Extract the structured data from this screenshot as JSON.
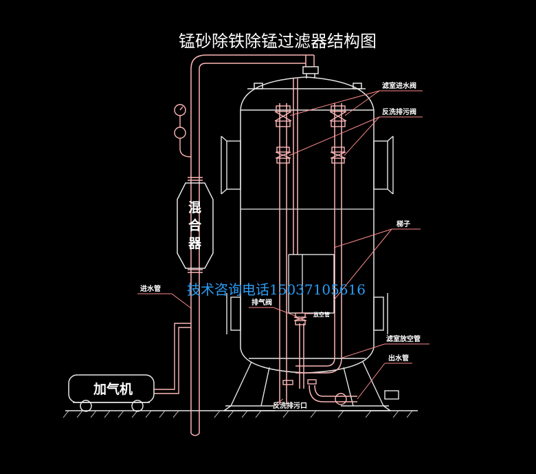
{
  "title": "锰砂除铁除锰过滤器结构图",
  "contact": "技术咨询电话15037105616",
  "colors": {
    "background": "#000000",
    "outline": "#e8e8e8",
    "pipe": "#ffb8b8",
    "leader": "#ff8c8c",
    "contact": "#2a9df4"
  },
  "labels": {
    "filter_inlet_valve": "滤室进水阀",
    "backwash_drain_valve": "反洗排污阀",
    "ladder": "梯子",
    "inlet_pipe": "进水管",
    "vent_valve": "排气阀",
    "vent_pipe": "放空管",
    "filter_vent_pipe": "滤室放空管",
    "outlet_pipe": "出水管",
    "backwash_drain_outlet": "反洗排污口",
    "mixer_chars": [
      "混",
      "合",
      "器"
    ],
    "aerator": "加气机"
  }
}
